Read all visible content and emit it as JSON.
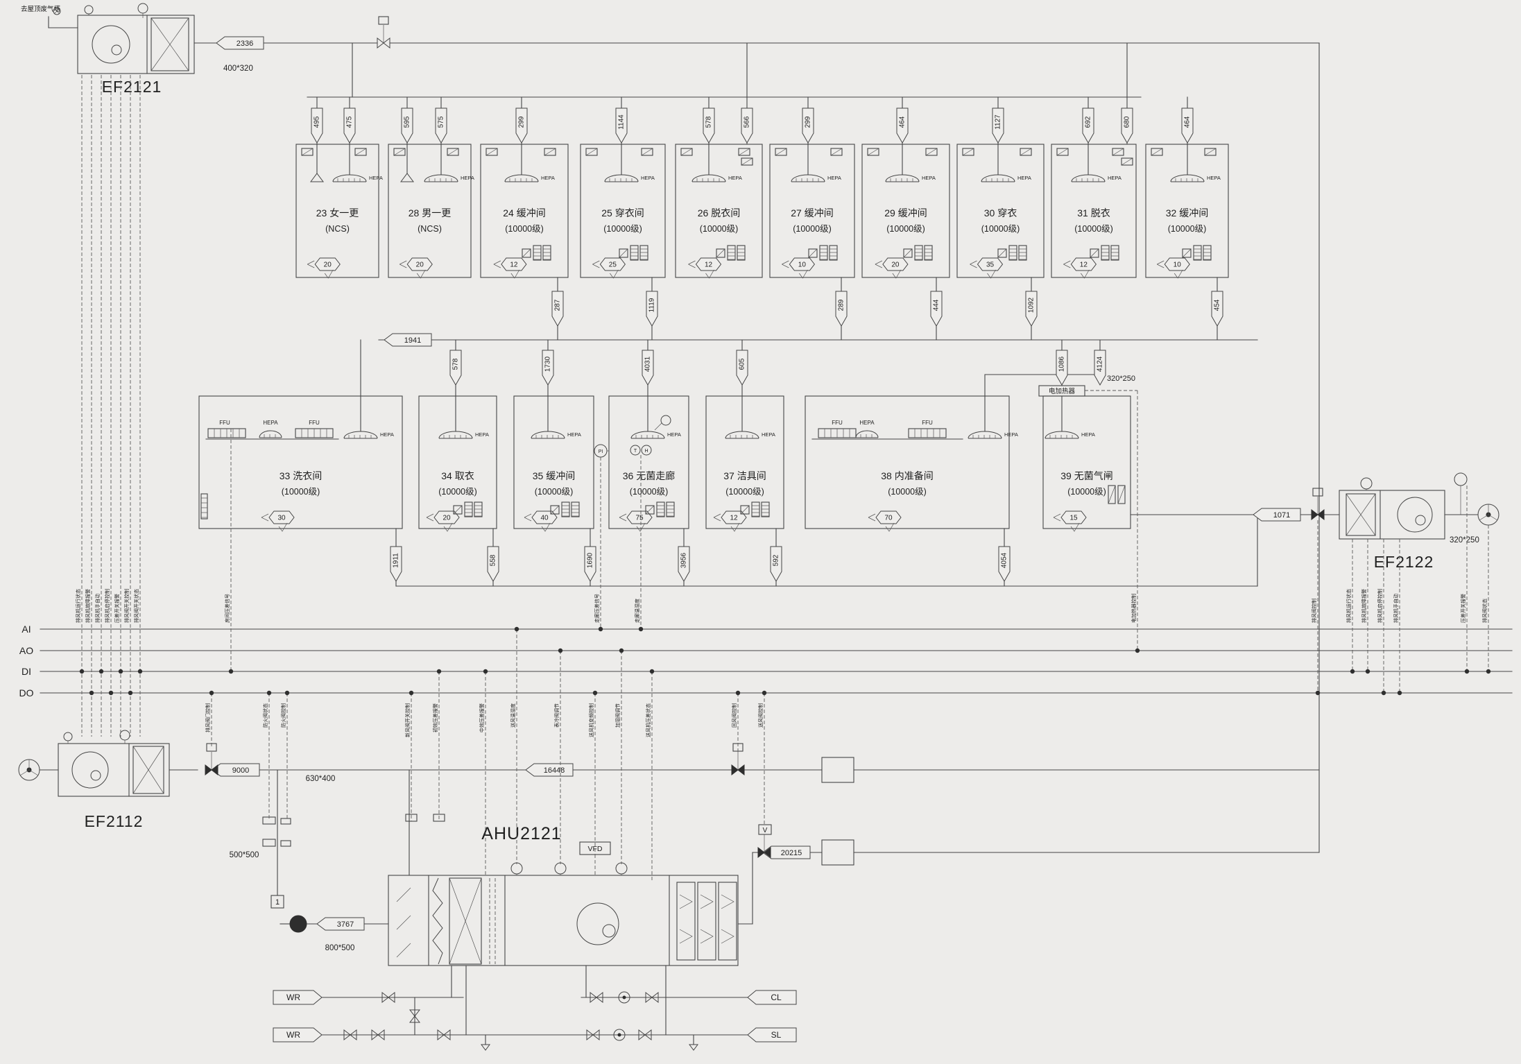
{
  "colors": {
    "bg": "#edecea",
    "ink": "#454545"
  },
  "header": {
    "roof_note": "去屋顶废气塔"
  },
  "equipment": {
    "ef2121": "EF2121",
    "ef2122": "EF2122",
    "ef2112": "EF2112",
    "ahu": "AHU2121",
    "vfd": "VFD",
    "heater": "电加热器",
    "valve_tag": "V",
    "riser_tag": "1"
  },
  "duct_sizes": {
    "ef2121_out": "400*320",
    "room39_branch": "320*250",
    "ef2122_out": "320*250",
    "ef2112_out": "630*400",
    "riser": "500*500",
    "fresh_air": "800*500"
  },
  "bus": [
    "AI",
    "AO",
    "DI",
    "DO"
  ],
  "flow_tags": {
    "exhaust_main": "2336",
    "return_header": "1941",
    "ef2122_in": "1071",
    "ef2112_duct": "9000",
    "return_air": "16448",
    "fresh_air": "3767",
    "supply_air": "20215"
  },
  "flags": {
    "top_supply": [
      "495",
      "475",
      "595",
      "575",
      "299",
      "1144",
      "578",
      "566",
      "299",
      "464",
      "1127",
      "692",
      "680",
      "464"
    ],
    "top_return": [
      "287",
      "1119",
      "289",
      "444",
      "1092",
      "454"
    ],
    "mid_supply": [
      "578",
      "1730",
      "4031",
      "605",
      "1086",
      "4124"
    ],
    "mid_return": [
      "1911",
      "558",
      "1690",
      "3956",
      "592",
      "4054"
    ]
  },
  "labels": {
    "hepa": "HEPA",
    "ffu": "FFU",
    "pi": "PI",
    "t": "T",
    "h": "H"
  },
  "water_tags": {
    "wr1": "WR",
    "wr2": "WR",
    "cl": "CL",
    "sl": "SL"
  },
  "rooms_top": [
    {
      "title": "23 女一更",
      "grade": "(NCS)",
      "flow": "20"
    },
    {
      "title": "28 男一更",
      "grade": "(NCS)",
      "flow": "20"
    },
    {
      "title": "24 缓冲间",
      "grade": "(10000级)",
      "flow": "12"
    },
    {
      "title": "25 穿衣间",
      "grade": "(10000级)",
      "flow": "25"
    },
    {
      "title": "26 脱衣间",
      "grade": "(10000级)",
      "flow": "12"
    },
    {
      "title": "27 缓冲间",
      "grade": "(10000级)",
      "flow": "10"
    },
    {
      "title": "29 缓冲间",
      "grade": "(10000级)",
      "flow": "20"
    },
    {
      "title": "30 穿衣",
      "grade": "(10000级)",
      "flow": "35"
    },
    {
      "title": "31 脱衣",
      "grade": "(10000级)",
      "flow": "12"
    },
    {
      "title": "32 缓冲间",
      "grade": "(10000级)",
      "flow": "10"
    }
  ],
  "rooms_mid": [
    {
      "title": "33 洗衣间",
      "grade": "(10000级)",
      "flow": "30"
    },
    {
      "title": "34 取衣",
      "grade": "(10000级)",
      "flow": "20"
    },
    {
      "title": "35 缓冲间",
      "grade": "(10000级)",
      "flow": "40"
    },
    {
      "title": "36 无菌走廊",
      "grade": "(10000级)",
      "flow": "75"
    },
    {
      "title": "37 洁具间",
      "grade": "(10000级)",
      "flow": "12"
    },
    {
      "title": "38 内准备间",
      "grade": "(10000级)",
      "flow": "70"
    },
    {
      "title": "39 无菌气闸",
      "grade": "(10000级)",
      "flow": "15"
    }
  ],
  "signals": {
    "top": [
      "排风机运行状态",
      "排风机故障报警",
      "排风机手自动",
      "排风机启停控制",
      "压差开关报警",
      "排风阀开关控制",
      "排风阀开关状态",
      "房间压差信号",
      "走廊压差信号",
      "走廊温湿度",
      "电加热器控制",
      "排风阀控制",
      "排风机运行状态",
      "排风机故障报警",
      "排风机启停控制",
      "排风机手自动",
      "压差开关报警",
      "排风阀状态"
    ],
    "bottom": [
      "排风阀门控制",
      "防火阀状态",
      "防火阀控制",
      "新风阀开关控制",
      "初效压差报警",
      "中效压差报警",
      "送风温湿度",
      "表冷阀调节",
      "送风机变频控制",
      "加湿阀调节",
      "送风机压差状态",
      "回风阀控制",
      "送风阀控制"
    ]
  }
}
